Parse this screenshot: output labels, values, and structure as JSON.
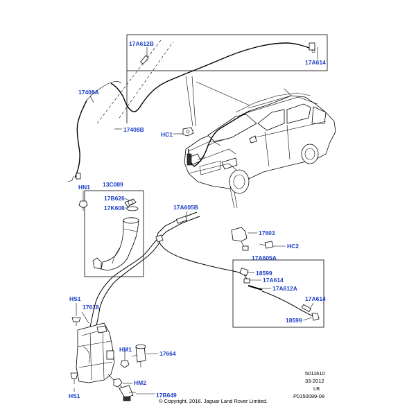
{
  "labels": {
    "p17a612b_top": "17A612B",
    "p17a614_top": "17A614",
    "p17408a": "17408A",
    "p17408b": "17408B",
    "hc1": "HC1",
    "hn1": "HN1",
    "p13c089": "13C089",
    "p17b626": "17B626",
    "p17k608": "17K608",
    "p17a605b": "17A605B",
    "p17603": "17603",
    "hc2": "HC2",
    "p17a605a": "17A605A",
    "p18599_a": "18599",
    "p17a614_mid": "17A614",
    "p17a612a": "17A612A",
    "p17a614_low": "17A614",
    "p18599_b": "18599",
    "hs1_top": "HS1",
    "p17618": "17618",
    "hm1": "HM1",
    "p17664": "17664",
    "hm2": "HM2",
    "p17b649": "17B649",
    "hs1_bottom": "HS1"
  },
  "meta": {
    "code": "5011610",
    "date": "33-2012",
    "region": "LB",
    "ref": "P0150089-08",
    "copyright": "© Copyright, 2016. Jaguar Land Rover Limited."
  }
}
